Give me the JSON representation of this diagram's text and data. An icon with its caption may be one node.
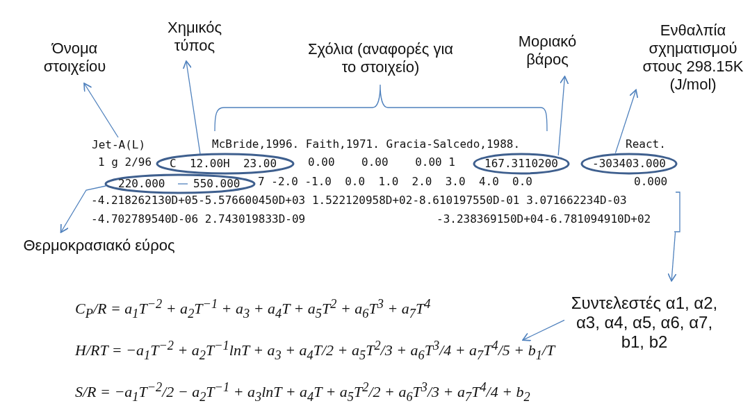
{
  "diagram": {
    "nodes": [
      {
        "text": [
          "Όνομα στοιχείου"
        ]
      },
      {
        "text": [
          "Χημικός τύπος"
        ]
      },
      {
        "text": [
          "Σχόλια (αναφορές για το στοιχείο)"
        ]
      },
      {
        "text": [
          "Μοριακό βάρος"
        ]
      },
      {
        "text": [
          "Ενθαλπία σχηματισμού στους 298.15K (J/mol)"
        ]
      },
      {
        "text": [
          "Θερμοκρασιακό εύρος"
        ]
      },
      {
        "text": [
          "Συντελεστές α1, α2, α3, α4, α5, α6, α7, b1, b2"
        ]
      },
      {
        "text": [
          "Jet-A(L)"
        ]
      },
      {
        "text": [
          "C  12.00H  23.00"
        ]
      },
      {
        "text": [
          "167.3110200"
        ]
      },
      {
        "text": [
          "-303403.000"
        ]
      },
      {
        "text": [
          "220.000",
          "550.000"
        ]
      },
      {
        "text": [
          "-4.218262130D+05-5.576600450D+03 1.522120958D+02-8.610197550D-01 3.071662234D-03",
          "-4.702789540D-06 2.743019833D-09",
          "-3.238369150D+04-6.781094910D+02"
        ]
      },
      {
        "text": [
          "C$_{P}$/R = a$_{1}$T$^{−2}$ + a$_{2}$T$^{−1}$ + a$_{3}$ + a$_{4}$T + a$_{5}$T$^{2}$ + a$_{6}$T$^{3}$ + a$_{7}$T$^{4}$",
          "H/RT = −a$_{1}$T$^{−2}$ + a$_{2}$T$^{−1}$lnT + a$_{3}$ + a$_{4}$T/2 + a$_{5}$T$^{2}$/3 + a$_{6}$T$^{3}$/4 + a$_{7}$T$^{4}$/5 + b$_{1}$/T",
          "S/R = −a$_{1}$T$^{−2}$/2 − a$_{2}$T$^{−1}$ + a$_{3}$lnT + a$_{4}$T + a$_{5}$T$^{2}$/2 + a$_{6}$T$^{3}$/3 + a$_{7}$T$^{4}$/4 + b$_{2}$"
        ]
      }
    ],
    "edges": [
      {
        "from": 7,
        "to": 0,
        "arrow": "to"
      },
      {
        "from": 8,
        "to": 1,
        "arrow": "to"
      },
      {
        "from": 9,
        "to": 3,
        "arrow": "to"
      },
      {
        "from": 10,
        "to": 4,
        "arrow": "to"
      },
      {
        "from": 11,
        "to": 5,
        "arrow": "to"
      },
      {
        "from": 12,
        "to": 6,
        "arrow": "to"
      },
      {
        "from": 6,
        "to": 13,
        "arrow": "to"
      }
    ],
    "labels": [
      "McBride,1996. Faith,1971. Gracia-Salcedo,1988.",
      "React.",
      "1 g 2/96",
      "0.00    0.00    0.00 1",
      "7 -2.0 -1.0  0.0  1.0  2.0  3.0  4.0  0.0",
      "0.000"
    ]
  }
}
